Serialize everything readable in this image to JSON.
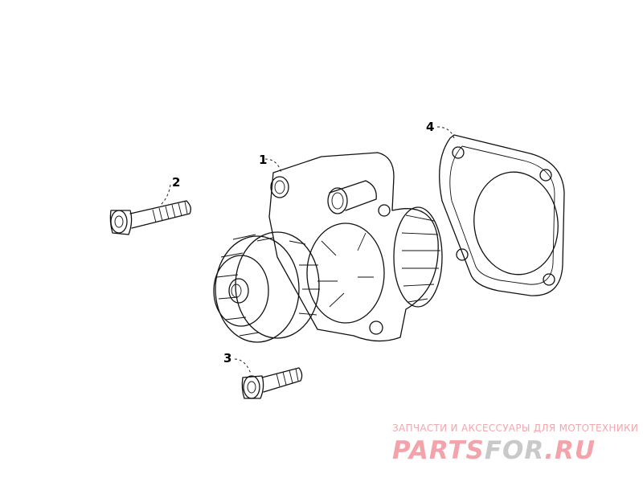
{
  "diagram": {
    "callouts": [
      {
        "id": "1",
        "label": "1"
      },
      {
        "id": "2",
        "label": "2"
      },
      {
        "id": "3",
        "label": "3"
      },
      {
        "id": "4",
        "label": "4"
      }
    ]
  },
  "watermark": {
    "tagline": "ЗАПЧАСТИ И АКСЕССУАРЫ ДЛЯ МОТОТЕХНИКИ",
    "logo_part1": "PARTS",
    "logo_part2": "FOR",
    "logo_part3": ".RU",
    "colors": {
      "tagline": "#f2a7ad",
      "logo_main": "#f5a3aa",
      "logo_accent": "#c9c9c9"
    }
  }
}
